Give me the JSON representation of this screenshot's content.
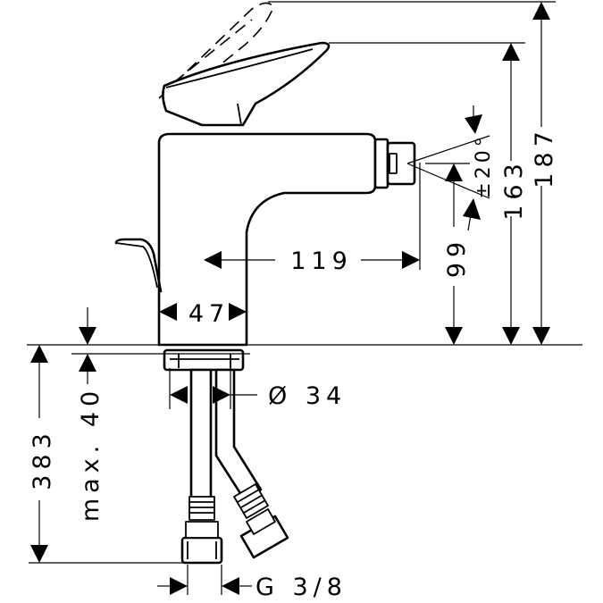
{
  "dimensions": {
    "height_total": "187",
    "height_lever": "163",
    "height_spout": "99",
    "spout_reach": "119",
    "body_width": "47",
    "angle": "±20°",
    "hole_diameter": "Ø 34",
    "below_deck_max": "max. 40",
    "hose_length": "383",
    "thread": "G 3/8"
  }
}
